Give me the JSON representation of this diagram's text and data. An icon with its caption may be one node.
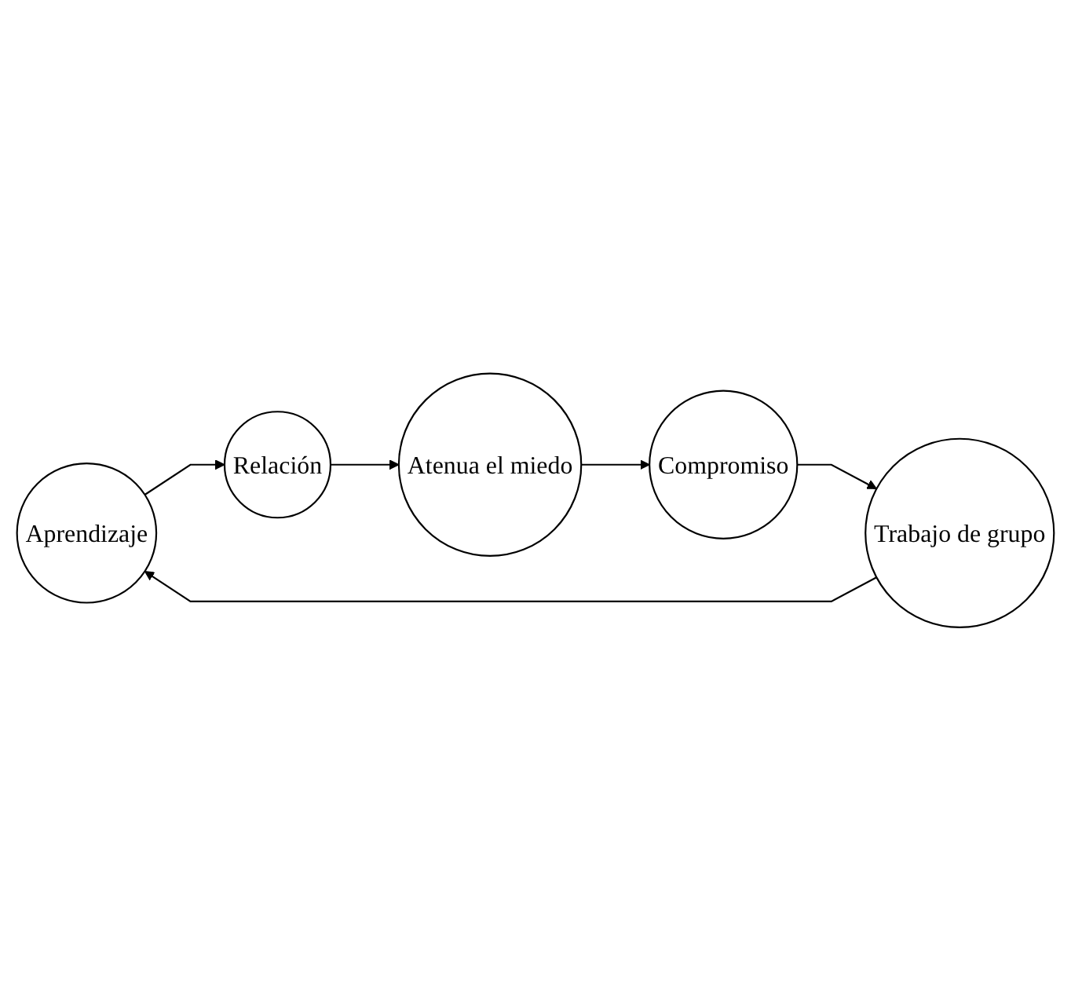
{
  "diagram": {
    "nodes": [
      {
        "text": [
          "Aprendizaje"
        ]
      },
      {
        "text": [
          "Trabajo de grupo"
        ]
      },
      {
        "text": [
          "Relación"
        ]
      },
      {
        "text": [
          "Atenua el miedo"
        ]
      },
      {
        "text": [
          "Compromiso"
        ]
      }
    ],
    "edges": [
      {
        "from": 0,
        "to": 2,
        "arrow": "to"
      },
      {
        "from": 2,
        "to": 3,
        "arrow": "to"
      },
      {
        "from": 3,
        "to": 4,
        "arrow": "to"
      },
      {
        "from": 4,
        "to": 1,
        "arrow": "to"
      },
      {
        "from": 1,
        "to": 0,
        "arrow": "to"
      }
    ]
  }
}
